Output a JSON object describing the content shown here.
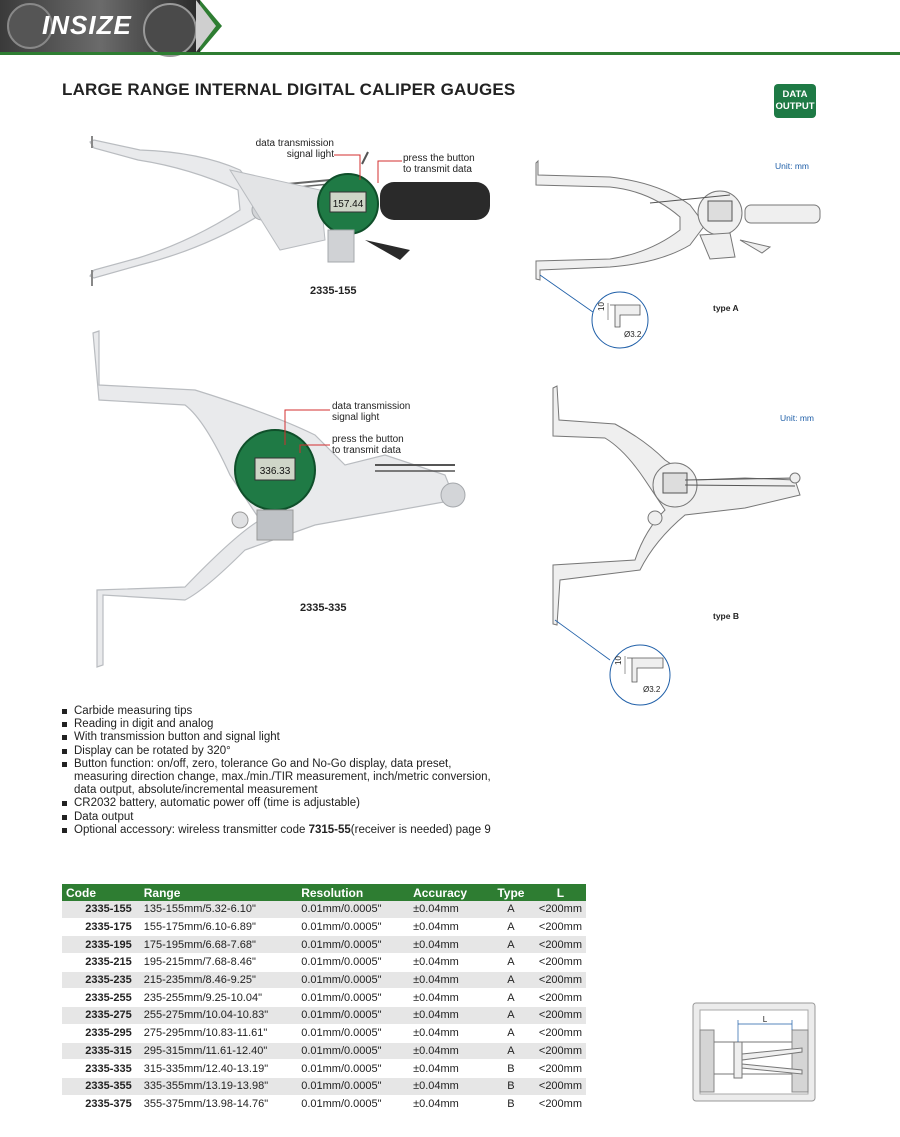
{
  "header": {
    "logo": "INSIZE"
  },
  "title": "LARGE RANGE INTERNAL DIGITAL CALIPER GAUGES",
  "badge": {
    "line1": "DATA",
    "line2": "OUTPUT"
  },
  "product_a": {
    "model": "2335-155",
    "callout_signal_1": "data transmission",
    "callout_signal_2": "signal light",
    "callout_button_1": "press the button",
    "callout_button_2": "to transmit data",
    "display_value": "157.44"
  },
  "product_b": {
    "model": "2335-335",
    "callout_signal_1": "data transmission",
    "callout_signal_2": "signal light",
    "callout_button_1": "press the button",
    "callout_button_2": "to transmit data",
    "display_value": "336.33"
  },
  "drawing_a": {
    "unit": "Unit: mm",
    "type": "type A",
    "dim_10": "10",
    "dim_dia": "Ø3.2"
  },
  "drawing_b": {
    "unit": "Unit: mm",
    "type": "type B",
    "dim_10": "10",
    "dim_dia": "Ø3.2"
  },
  "features": [
    "Carbide measuring tips",
    "Reading in digit and analog",
    "With transmission button and signal light",
    "Display can be rotated by 320°",
    "Button function: on/off, zero, tolerance Go and No-Go display, data preset,",
    "measuring direction change, max./min./TIR measurement, inch/metric conversion,",
    "data output, absolute/incremental measurement",
    "CR2032 battery, automatic power off (time is adjustable)",
    "Data output"
  ],
  "accessory": {
    "prefix": "Optional accessory: wireless transmitter code ",
    "code": "7315-55",
    "suffix": "(receiver is needed) page 9"
  },
  "table": {
    "headers": [
      "Code",
      "Range",
      "Resolution",
      "Accuracy",
      "Type",
      "L"
    ],
    "rows": [
      [
        "2335-155",
        "135-155mm/5.32-6.10\"",
        "0.01mm/0.0005\"",
        "±0.04mm",
        "A",
        "<200mm"
      ],
      [
        "2335-175",
        "155-175mm/6.10-6.89\"",
        "0.01mm/0.0005\"",
        "±0.04mm",
        "A",
        "<200mm"
      ],
      [
        "2335-195",
        "175-195mm/6.68-7.68\"",
        "0.01mm/0.0005\"",
        "±0.04mm",
        "A",
        "<200mm"
      ],
      [
        "2335-215",
        "195-215mm/7.68-8.46\"",
        "0.01mm/0.0005\"",
        "±0.04mm",
        "A",
        "<200mm"
      ],
      [
        "2335-235",
        "215-235mm/8.46-9.25\"",
        "0.01mm/0.0005\"",
        "±0.04mm",
        "A",
        "<200mm"
      ],
      [
        "2335-255",
        "235-255mm/9.25-10.04\"",
        "0.01mm/0.0005\"",
        "±0.04mm",
        "A",
        "<200mm"
      ],
      [
        "2335-275",
        "255-275mm/10.04-10.83\"",
        "0.01mm/0.0005\"",
        "±0.04mm",
        "A",
        "<200mm"
      ],
      [
        "2335-295",
        "275-295mm/10.83-11.61\"",
        "0.01mm/0.0005\"",
        "±0.04mm",
        "A",
        "<200mm"
      ],
      [
        "2335-315",
        "295-315mm/11.61-12.40\"",
        "0.01mm/0.0005\"",
        "±0.04mm",
        "A",
        "<200mm"
      ],
      [
        "2335-335",
        "315-335mm/12.40-13.19\"",
        "0.01mm/0.0005\"",
        "±0.04mm",
        "B",
        "<200mm"
      ],
      [
        "2335-355",
        "335-355mm/13.19-13.98\"",
        "0.01mm/0.0005\"",
        "±0.04mm",
        "B",
        "<200mm"
      ],
      [
        "2335-375",
        "355-375mm/13.98-14.76\"",
        "0.01mm/0.0005\"",
        "±0.04mm",
        "B",
        "<200mm"
      ]
    ]
  },
  "inset": {
    "label": "L"
  },
  "colors": {
    "brand_green": "#2e7d32",
    "badge_green": "#1e7a45",
    "drawing_blue": "#1f5fa8"
  }
}
